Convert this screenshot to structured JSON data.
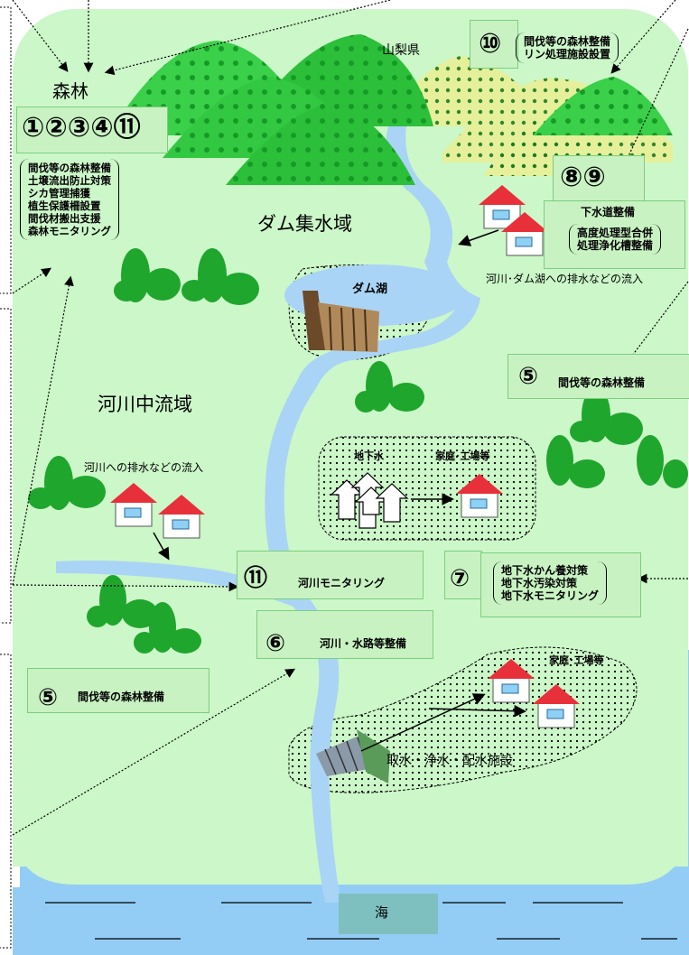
{
  "labels": {
    "forest": "森林",
    "yamanashi": "山梨県",
    "dam_catchment": "ダム集水域",
    "dam_lake": "ダム湖",
    "middle_basin": "河川中流域",
    "inflow_dam": "河川･ダム湖への排水などの流入",
    "inflow_river": "河川への排水などの流入",
    "groundwater": "地下水",
    "homes_factories_1": "家庭･工場等",
    "homes_factories_2": "家庭･工場等",
    "water_facility": "取水・浄水・配水施設",
    "sea": "海"
  },
  "measures": {
    "forest_group": {
      "number": "①②③④⑪",
      "items": [
        "間伐等の森林整備",
        "土壌流出防止対策",
        "シカ管理捕獲",
        "植生保護柵設置",
        "間伐材搬出支援",
        "森林モニタリング"
      ]
    },
    "m10": {
      "number": "⑩",
      "items": [
        "間伐等の森林整備",
        "リン処理施設設置"
      ]
    },
    "m89": {
      "number": "⑧⑨",
      "title": "下水道整備",
      "items": [
        "高度処理型合併",
        "処理浄化槽整備"
      ]
    },
    "m5_right": {
      "number": "⑤",
      "text": "間伐等の森林整備"
    },
    "m5_left": {
      "number": "⑤",
      "text": "間伐等の森林整備"
    },
    "m11": {
      "number": "⑪",
      "text": "河川モニタリング"
    },
    "m7": {
      "number": "⑦",
      "items": [
        "地下水かん養対策",
        "地下水汚染対策",
        "地下水モニタリング"
      ]
    },
    "m6": {
      "number": "⑥",
      "text": "河川・水路等整備"
    }
  },
  "colors": {
    "land": "#ccf7c9",
    "river": "#a9d4f5",
    "sea": "#93cdf5",
    "mountain": "#2cbf3a",
    "mountain_far": "#e6f09a",
    "tree": "#1fa62d",
    "roof": "#e8303a",
    "label_box": "#c8f2c2"
  },
  "icons": [
    "mountain-icon",
    "tree-icon",
    "house-icon",
    "dam-icon",
    "arrow-icon"
  ]
}
